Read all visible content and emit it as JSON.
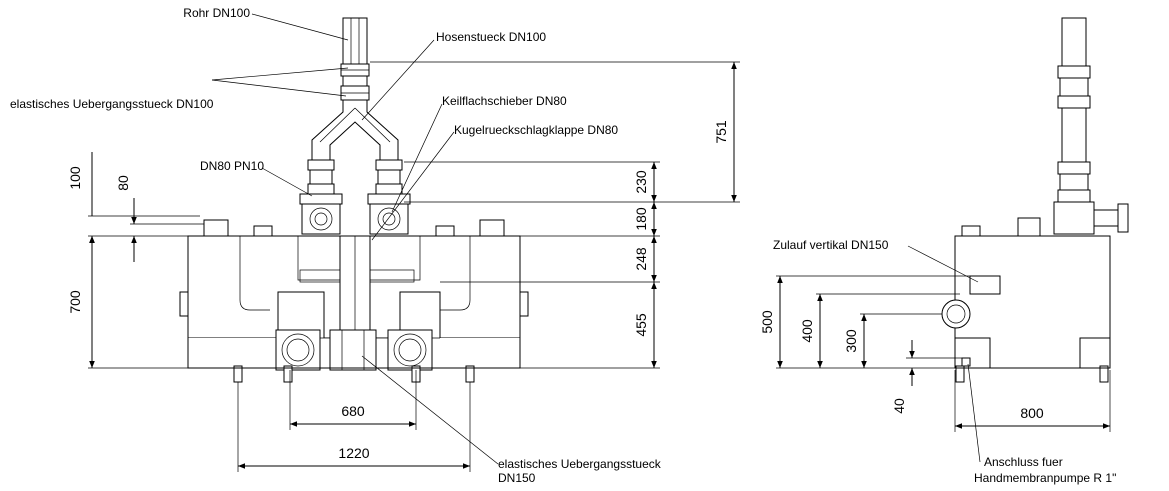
{
  "labels": {
    "pipe": "Rohr DN100",
    "y_piece": "Hosenstueck DN100",
    "elastic_dn100": "elastisches Uebergangsstueck DN100",
    "gate_valve": "Keilflachschieber DN80",
    "ball_check": "Kugelrueckschlagklappe DN80",
    "flange": "DN80 PN10",
    "inlet": "Zulauf vertikal DN150",
    "elastic_dn150_line1": "elastisches Uebergangsstueck",
    "elastic_dn150_line2": "DN150",
    "pump_line1": "Anschluss fuer",
    "pump_line2": "Handmembranpumpe R 1\""
  },
  "dimensions": {
    "d100": "100",
    "d80": "80",
    "d700": "700",
    "d751": "751",
    "d230": "230",
    "d180": "180",
    "d248": "248",
    "d455": "455",
    "d680": "680",
    "d1220": "1220",
    "d500": "500",
    "d400": "400",
    "d300": "300",
    "d40": "40",
    "d800": "800"
  }
}
